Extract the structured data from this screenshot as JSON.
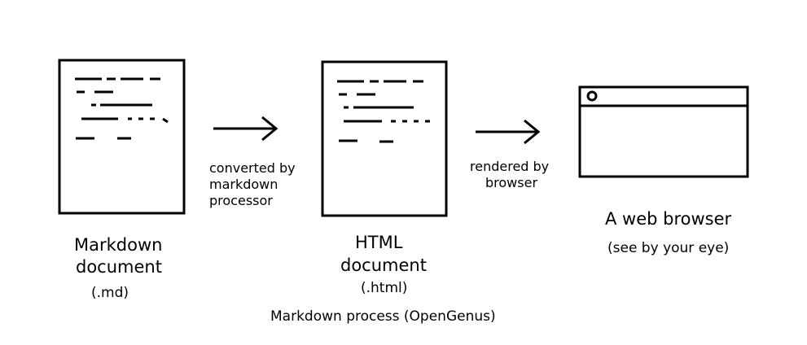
{
  "stages": [
    {
      "name": "markdown-document",
      "line1": "Markdown",
      "line2": "document",
      "ext": "(.md)"
    },
    {
      "name": "html-document",
      "line1": "HTML",
      "line2": "document",
      "ext": "(.html)"
    },
    {
      "name": "web-browser",
      "line1": "A web browser",
      "line2": "(see by your eye)"
    }
  ],
  "arrows": [
    {
      "label_lines": [
        "converted by",
        "markdown",
        "processor"
      ]
    },
    {
      "label_lines": [
        "rendered by",
        "browser"
      ]
    }
  ],
  "caption": "Markdown process (OpenGenus)",
  "colors": {
    "ink": "#000000",
    "background": "#ffffff"
  }
}
